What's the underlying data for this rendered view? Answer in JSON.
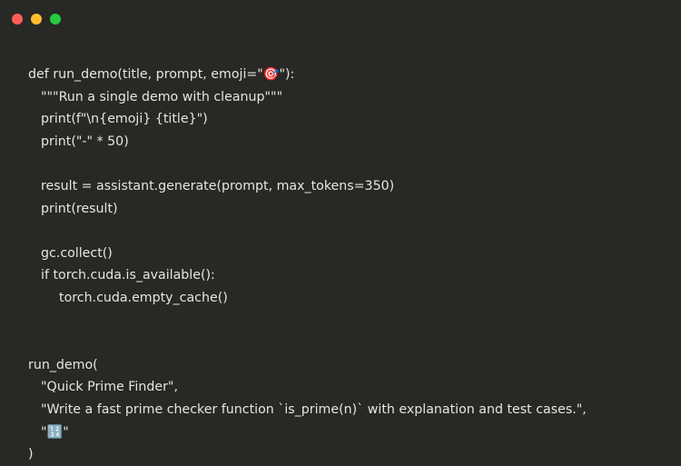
{
  "window": {
    "controls": [
      {
        "name": "close",
        "color": "#ff5f56"
      },
      {
        "name": "minimize",
        "color": "#ffbd2e"
      },
      {
        "name": "maximize",
        "color": "#27c93f"
      }
    ]
  },
  "code": {
    "lines": [
      "def run_demo(title, prompt, emoji=\"🎯\"):",
      "\"\"\"Run a single demo with cleanup\"\"\"",
      "print(f\"\\n{emoji} {title}\")",
      "print(\"-\" * 50)",
      "",
      "result = assistant.generate(prompt, max_tokens=350)",
      "print(result)",
      "",
      "gc.collect()",
      "if torch.cuda.is_available():",
      "torch.cuda.empty_cache()",
      "",
      "",
      "run_demo(",
      "\"Quick Prime Finder\",",
      "\"Write a fast prime checker function `is_prime(n)` with explanation and test cases.\",",
      "\"🔢\"",
      ")"
    ]
  }
}
